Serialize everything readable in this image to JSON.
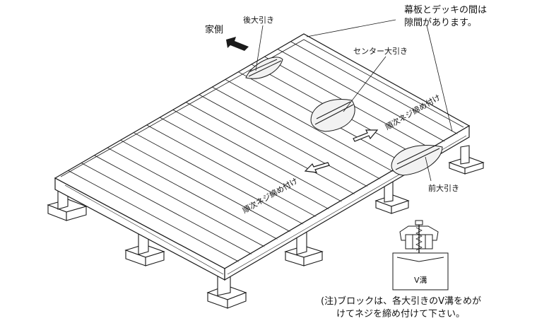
{
  "labels": {
    "house_side": "家側",
    "rear_beam": "後大引き",
    "center_beam": "センター大引き",
    "front_beam": "前大引き",
    "gap_note_line1": "幕板とデッキの間は",
    "gap_note_line2": "隙間があります。",
    "screw_direction_1": "順次ネジ締め付け",
    "screw_direction_2": "順次ネジ締め付け",
    "v_groove": "V溝",
    "note_line1": "(注)ブロックは、各大引きのV溝をめが",
    "note_line2": "けてネジを締め付けて下さい。"
  },
  "colors": {
    "line": "#1a1a1a",
    "block_fill": "#ffffff",
    "callout_fill": "#f2f2f2",
    "arrow_fill": "#1a1a1a"
  }
}
